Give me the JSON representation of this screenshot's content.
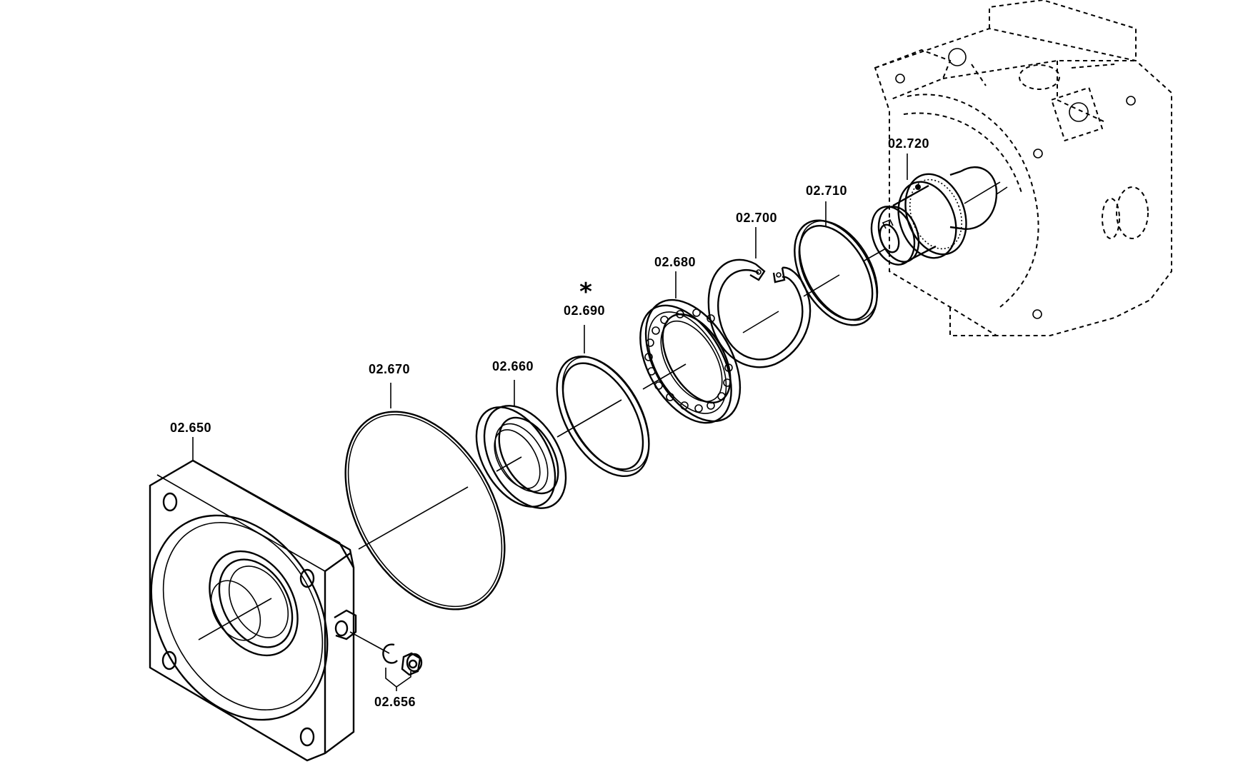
{
  "parts": [
    {
      "id": "housing",
      "label": "02.650"
    },
    {
      "id": "plug-screw",
      "label": "02.656"
    },
    {
      "id": "o-ring",
      "label": "02.670"
    },
    {
      "id": "shaft-seal",
      "label": "02.660"
    },
    {
      "id": "shim-ring",
      "label": "02.690",
      "mark": "*"
    },
    {
      "id": "ball-bearing",
      "label": "02.680"
    },
    {
      "id": "retaining-ring",
      "label": "02.700"
    },
    {
      "id": "support-ring",
      "label": "02.710"
    },
    {
      "id": "output-shaft",
      "label": "02.720"
    }
  ]
}
